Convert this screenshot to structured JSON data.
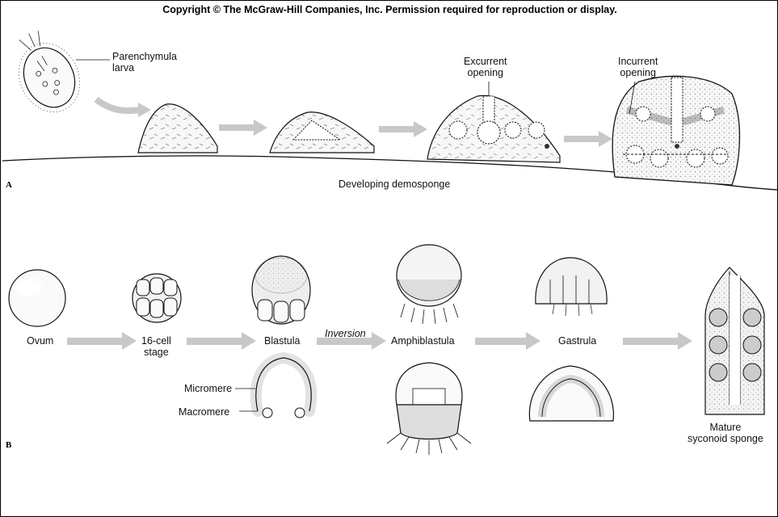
{
  "copyright": "Copyright © The McGraw-Hill Companies, Inc. Permission required for reproduction or display.",
  "panel_a": {
    "letter": "A",
    "caption": "Developing demosponge",
    "larva_label_1": "Parenchymula",
    "larva_label_2": "larva",
    "excurrent_1": "Excurrent",
    "excurrent_2": "opening",
    "incurrent_1": "Incurrent",
    "incurrent_2": "opening"
  },
  "panel_b": {
    "letter": "B",
    "ovum": "Ovum",
    "stage16_1": "16-cell",
    "stage16_2": "stage",
    "blastula": "Blastula",
    "inversion": "Inversion",
    "amphiblastula": "Amphiblastula",
    "gastrula": "Gastrula",
    "micromere": "Micromere",
    "macromere": "Macromere",
    "mature_1": "Mature",
    "mature_2": "syconoid sponge"
  },
  "colors": {
    "arrow": "#c8c8c8",
    "ink": "#111111",
    "fill": "#f4f4f4"
  }
}
